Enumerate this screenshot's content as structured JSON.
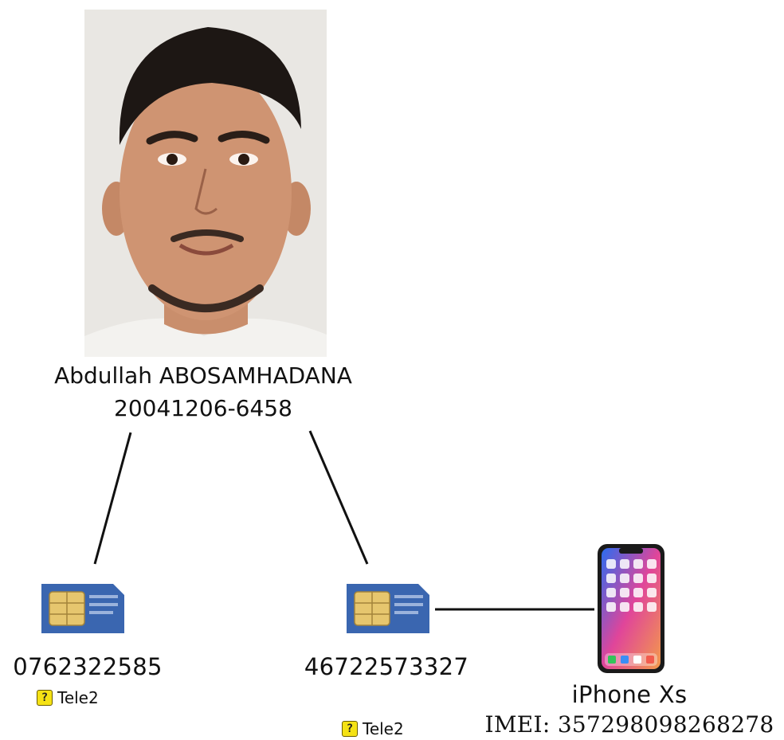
{
  "person": {
    "name": "Abdullah ABOSAMHADANA",
    "id_number": "20041206-6458"
  },
  "sim_cards": [
    {
      "number": "0762322585",
      "carrier": "Tele2",
      "icon": "sim-card-icon"
    },
    {
      "number": "46722573327",
      "carrier": "Tele2",
      "icon": "sim-card-icon"
    }
  ],
  "device": {
    "model": "iPhone Xs",
    "imei": "IMEI: 357298098268278",
    "icon": "smartphone-icon"
  },
  "carrier_icon": "carrier-badge-icon",
  "colors": {
    "link": "#111111",
    "sim_card": "#3a66b0",
    "sim_chip": "#e6c66e",
    "carrier_badge": "#f5e214"
  }
}
